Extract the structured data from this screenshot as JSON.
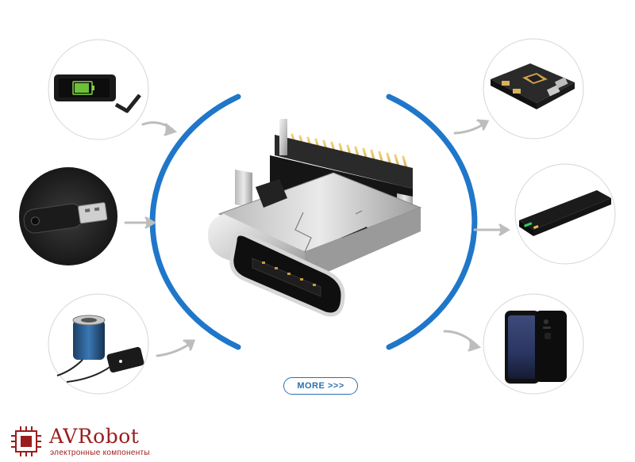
{
  "more_button": {
    "label": "MORE >>>"
  },
  "logo": {
    "brand": "AVRobot",
    "tagline": "электронные компоненты"
  },
  "colors": {
    "accent_blue": "#1f77c9",
    "arrow_gray": "#bdbdbd",
    "brand_red": "#9b1c1c"
  },
  "icons": {
    "left": [
      "phone-charging-icon",
      "usb-flash-drive-icon",
      "bluetooth-speaker-icon"
    ],
    "right": [
      "circuit-board-icon",
      "power-bank-icon",
      "smartphone-icon"
    ],
    "center": "usb-c-connector-icon"
  }
}
